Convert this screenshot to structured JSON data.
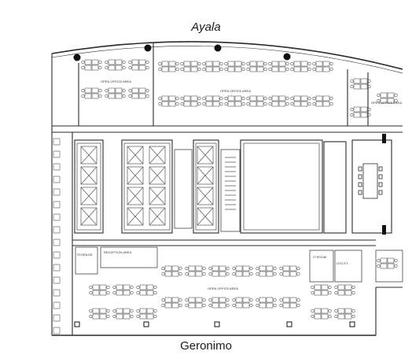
{
  "streets": {
    "north": "Ayala",
    "south": "Geronimo"
  },
  "room_labels": {
    "open_office_1": "OPEN OFFICE AREA",
    "open_office_2": "OPEN OFFICE AREA",
    "open_office_3": "OPEN OFFICE AREA",
    "open_office_4": "OPEN OFFICE AREA",
    "storage": "STORAGE",
    "reception": "RECEPTION AREA",
    "it_room": "IT ROOM",
    "utility": "UTILITY"
  },
  "colors": {
    "line": "#2a2a2a",
    "thin": "#555555",
    "column": "#111111"
  }
}
